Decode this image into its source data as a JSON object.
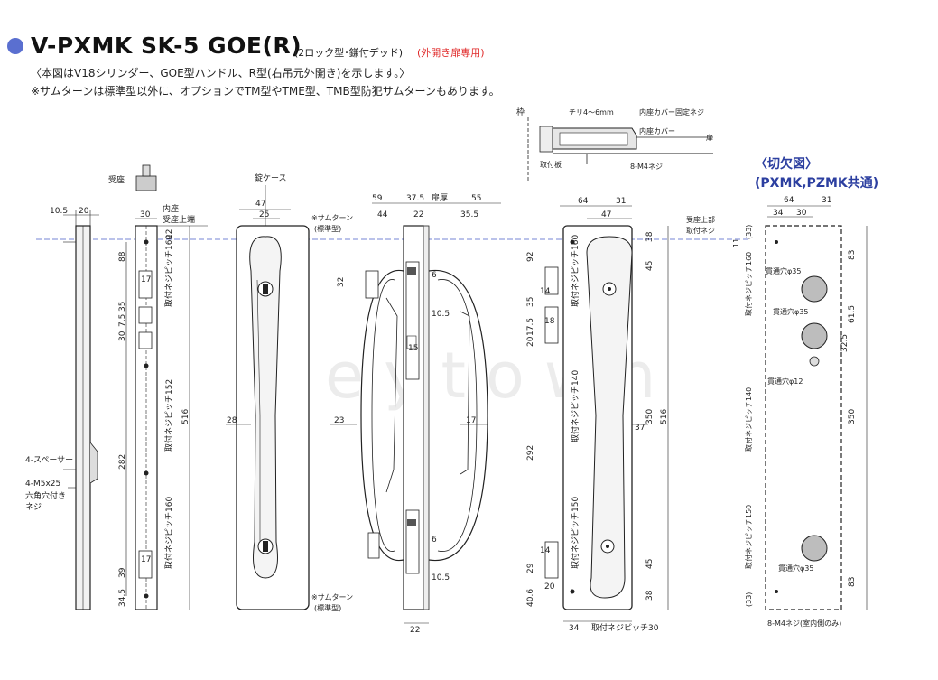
{
  "header": {
    "title": "V-PXMK SK-5 GOE(R)",
    "subtitle": "(2ロック型･鎌付デッド)",
    "subtitle_red": "(外開き扉専用)",
    "note1": "〈本図はV18シリンダー、GOE型ハンドル、R型(右吊元外開き)を示します。〉",
    "note2": "※サムターンは標準型以外に、オプションでTM型やTME型、TMB型防犯サムターンもあります。",
    "accent_color": "#5a6fd0",
    "red_color": "#e02a2a"
  },
  "labels": {
    "frame": "枠",
    "chamfer": "チリ4～6mm",
    "inner_cover_screw": "内座カバー固定ネジ",
    "inner_cover": "内座カバー",
    "door": "扉",
    "mount_plate": "取付板",
    "m4_screws": "8-M4ネジ",
    "strike": "受座",
    "inner_seat": "内座",
    "strike_top": "受座上端",
    "lock_case": "錠ケース",
    "thumbturn": "※サムターン",
    "thumbturn_std": "(標準型)",
    "door_thickness": "扉厚",
    "spacer": "4-スペーサー",
    "m5_screws": "4-M5x25",
    "hex_screw1": "六角穴付き",
    "hex_screw2": "ネジ",
    "strike_top_part": "受座上部",
    "mount_screw": "取付ネジ",
    "cutout_title1": "〈切欠図〉",
    "cutout_title2": "(PXMK,PZMK共通)",
    "through35": "貫通穴φ35",
    "through12": "貫通穴φ12",
    "pitch160": "取付ネジピッチ160",
    "pitch152": "取付ネジピッチ152",
    "pitch140": "取付ネジピッチ140",
    "pitch150": "取付ネジピッチ150",
    "pitch30": "取付ネジピッチ30",
    "m4_inner": "8-M4ネジ(室内側のみ)",
    "watermark": "keytown"
  },
  "dims": {
    "d10_5": "10.5",
    "d20": "20",
    "d30": "30",
    "d22": "22",
    "d88": "88",
    "d17": "17",
    "d35": "35",
    "d7_5": "7.5",
    "d282": "282",
    "d39": "39",
    "d34_5": "34.5",
    "d47": "47",
    "d25": "25",
    "d28": "28",
    "d516": "516",
    "d59": "59",
    "d37_5": "37.5",
    "d55": "55",
    "d44": "44",
    "d35_5": "35.5",
    "d32": "32",
    "d6": "6",
    "d15": "15",
    "d23": "23",
    "d64": "64",
    "d31": "31",
    "d92": "92",
    "d14": "14",
    "d18": "18",
    "d17_5": "17.5",
    "d20b": "20",
    "d292": "292",
    "d29": "29",
    "d40_6": "40.6",
    "d34": "34",
    "d38": "38",
    "d45": "45",
    "d37": "37",
    "d350": "350",
    "d33": "(33)",
    "d11": "11",
    "d83": "83",
    "d61_5": "61.5",
    "d32_5": "32.5"
  }
}
